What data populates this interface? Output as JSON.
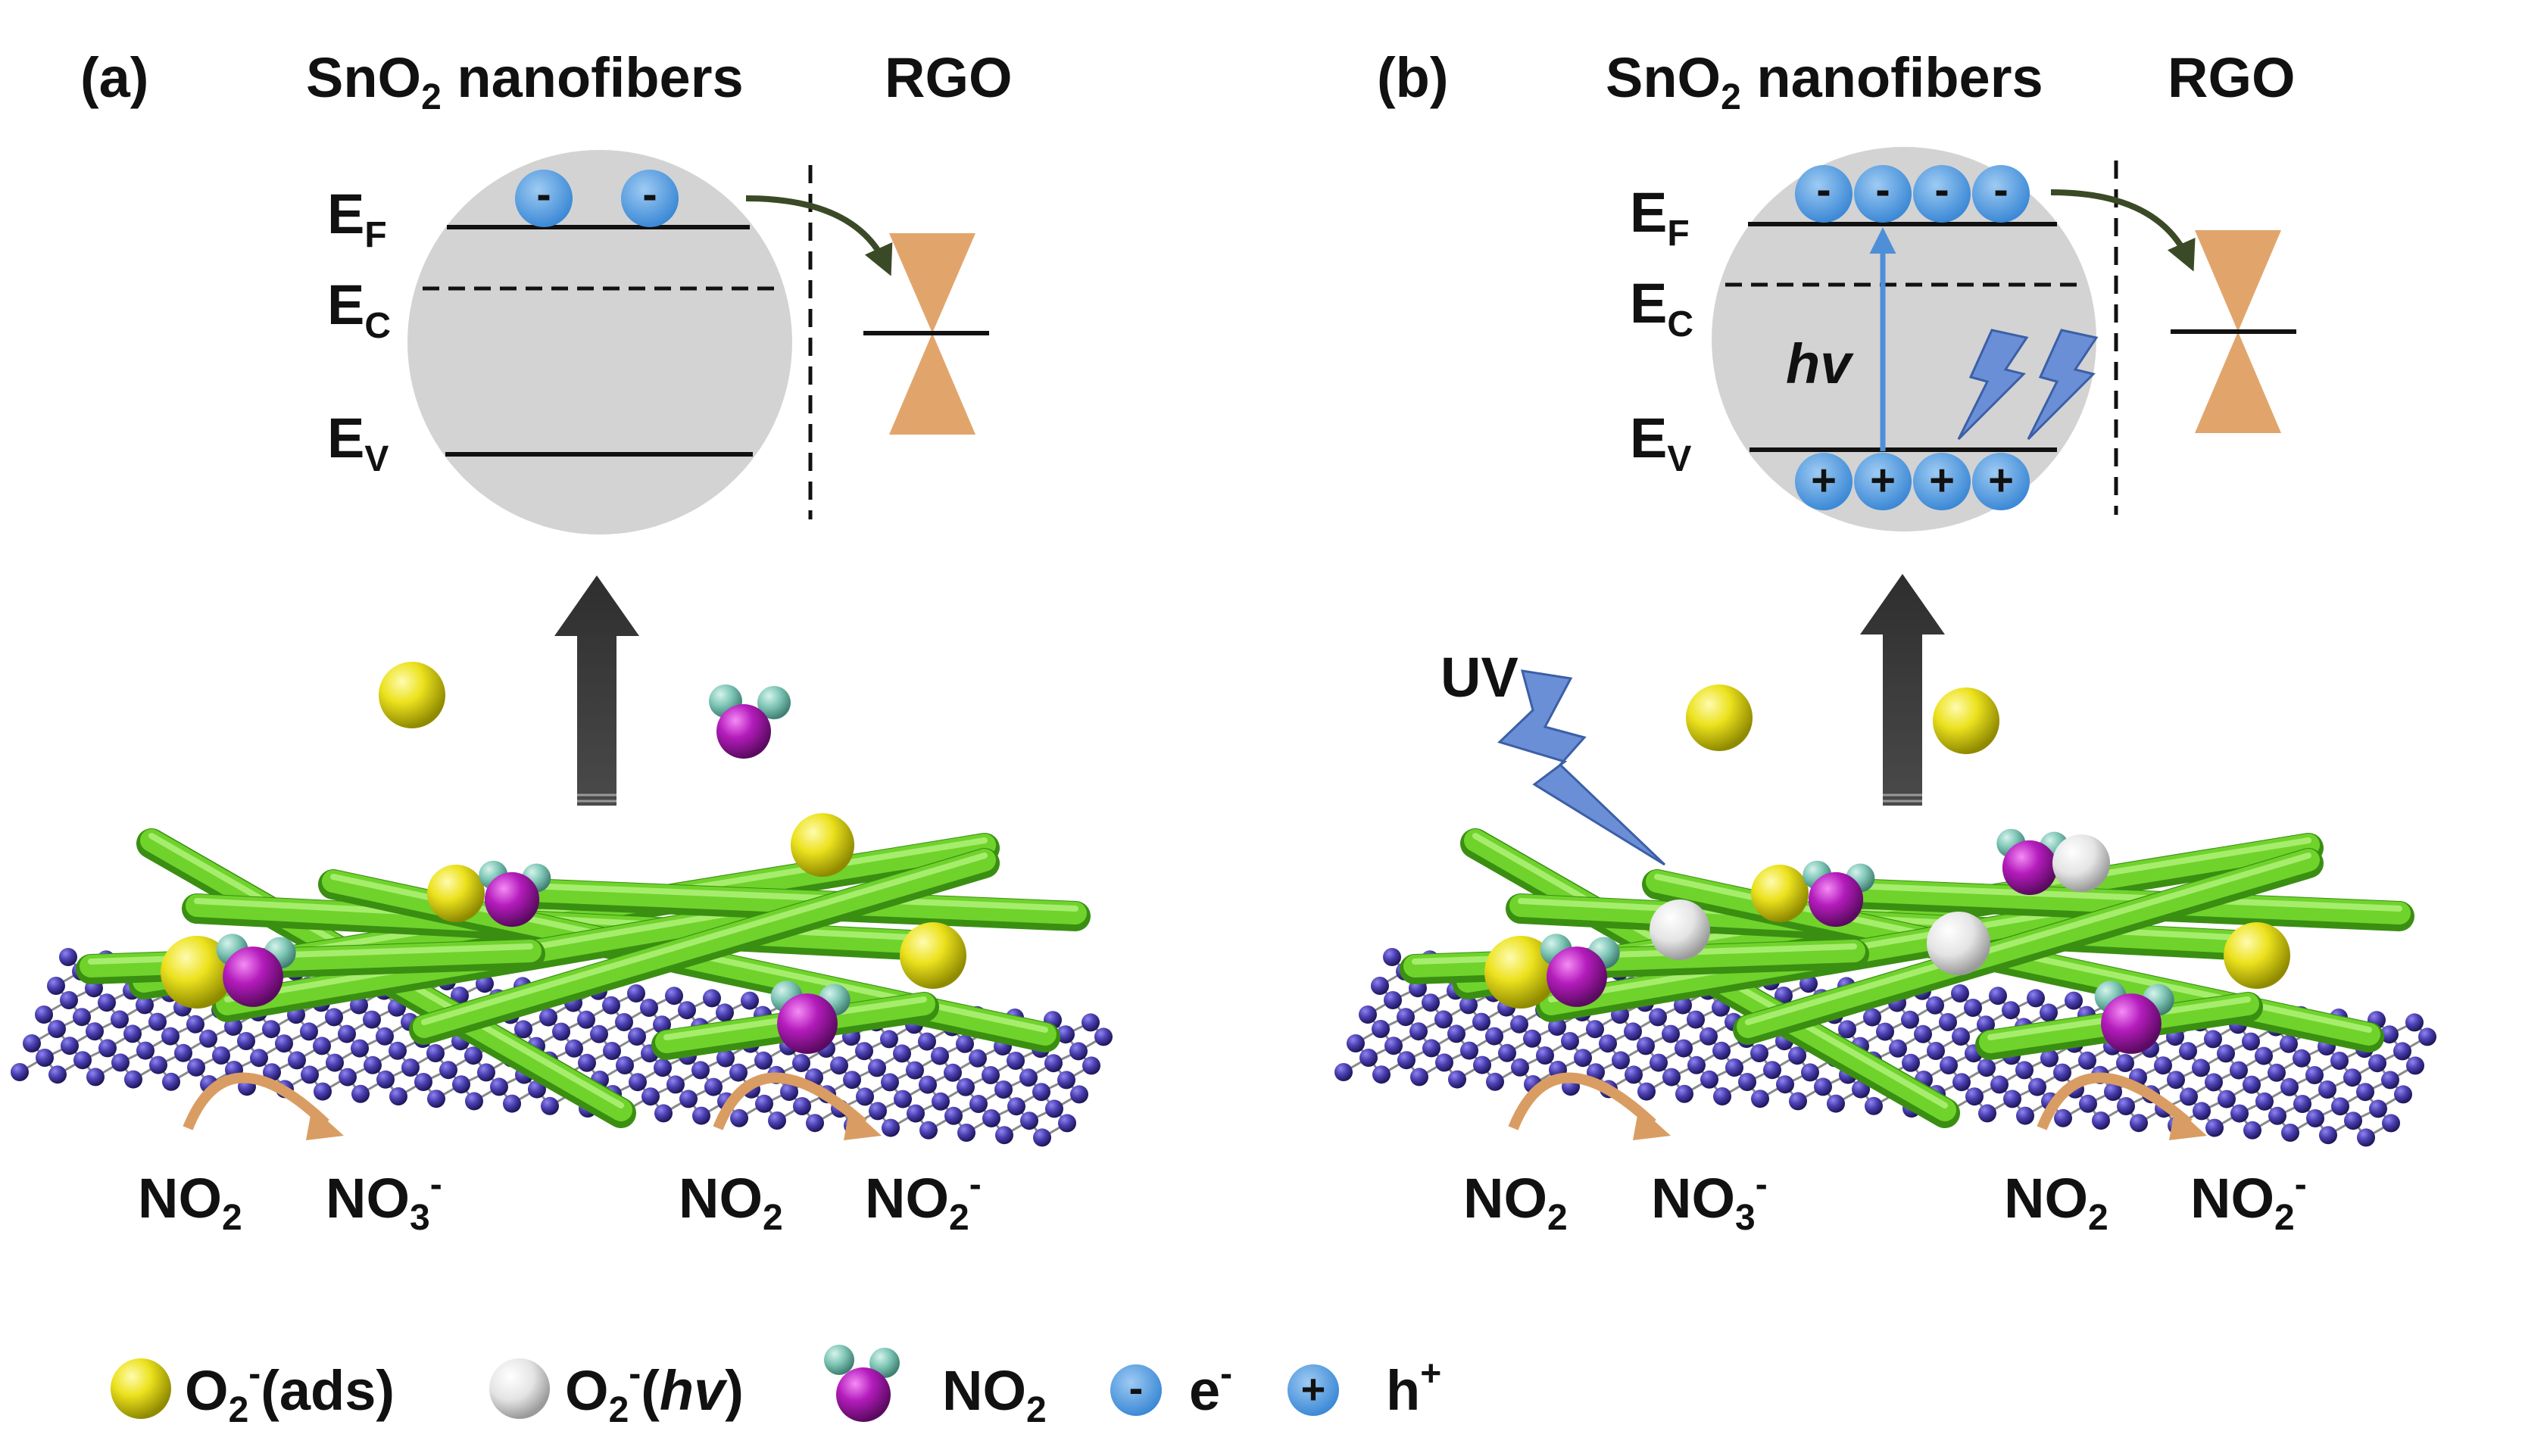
{
  "panels": [
    {
      "tag": "(a)",
      "material_main": "SnO",
      "material_sub": "2",
      "material_rest": " nanofibers",
      "partner": "RGO",
      "levels": {
        "ef_main": "E",
        "ef_sub": "F",
        "ec_main": "E",
        "ec_sub": "C",
        "ev_main": "E",
        "ev_sub": "V"
      },
      "electrons_at_ef": 2,
      "holes_at_ev": 0,
      "photon": "",
      "uv": "",
      "reactions": [
        {
          "from_main": "NO",
          "from_sub": "2",
          "to_main": "NO",
          "to_sub": "3",
          "to_sup": "-"
        },
        {
          "from_main": "NO",
          "from_sub": "2",
          "to_main": "NO",
          "to_sub": "2",
          "to_sup": "-"
        }
      ]
    },
    {
      "tag": "(b)",
      "material_main": "SnO",
      "material_sub": "2",
      "material_rest": " nanofibers",
      "partner": "RGO",
      "levels": {
        "ef_main": "E",
        "ef_sub": "F",
        "ec_main": "E",
        "ec_sub": "C",
        "ev_main": "E",
        "ev_sub": "V"
      },
      "electrons_at_ef": 4,
      "holes_at_ev": 4,
      "photon": "hv",
      "uv": "UV",
      "reactions": [
        {
          "from_main": "NO",
          "from_sub": "2",
          "to_main": "NO",
          "to_sub": "3",
          "to_sup": "-"
        },
        {
          "from_main": "NO",
          "from_sub": "2",
          "to_main": "NO",
          "to_sub": "2",
          "to_sup": "-"
        }
      ]
    }
  ],
  "legend": {
    "o2_ads": {
      "main": "O",
      "sub": "2",
      "sup": "-",
      "rest": "(ads)"
    },
    "o2_hv": {
      "main": "O",
      "sub": "2",
      "sup": "-",
      "open": "(",
      "ital": "hv",
      "close": ")"
    },
    "no2": {
      "main": "NO",
      "sub": "2"
    },
    "electron": {
      "main": "e",
      "sup": "-"
    },
    "hole": {
      "main": "h",
      "sup": "+"
    }
  },
  "symbols": {
    "minus": "-",
    "plus": "+"
  },
  "colors": {
    "fiber": "#6fd32c",
    "fiber_dark": "#3f9a14",
    "rgo_atom": "#4a3fb0",
    "rgo_bond": "#8a8a8a",
    "o2_ads": "#e9e11a",
    "o2_hv": "#e6e6e6",
    "no2_n": "#b01ab8",
    "no2_o": "#7ec4b5",
    "carrier": "#4f9be2",
    "band_bg": "#d3d3d3",
    "dirac_cone": "#e1a56c",
    "process_arrow": "#d99d63",
    "uv_bolt": "#6a8fd6",
    "big_arrow": "#333333",
    "transfer_arrow": "#3a4a26"
  }
}
